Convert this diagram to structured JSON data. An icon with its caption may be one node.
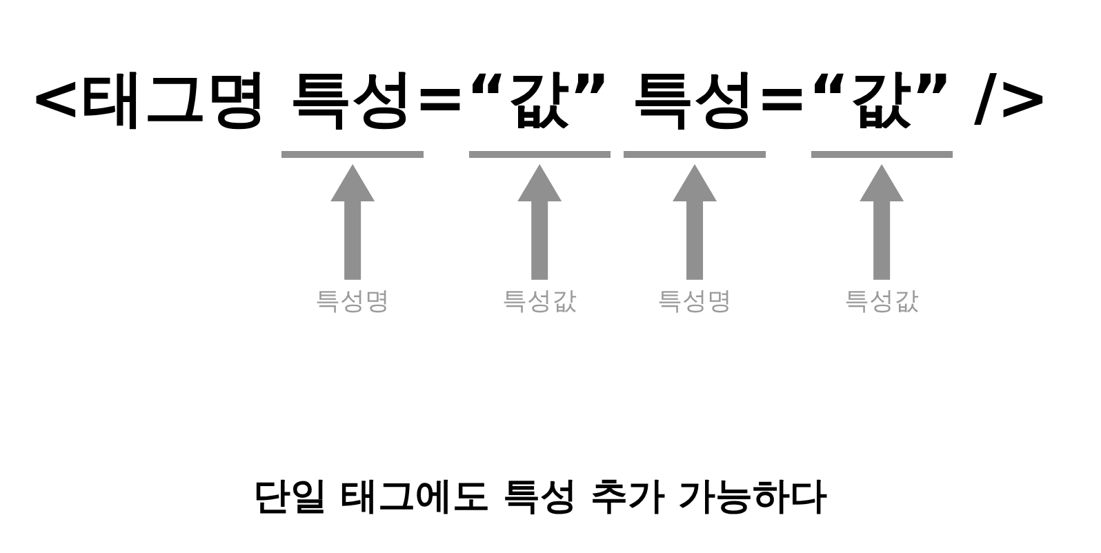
{
  "diagram": {
    "nodes": [
      {
        "text": [],
        "shape": "bar"
      },
      {
        "text": [],
        "shape": "bar"
      },
      {
        "text": [],
        "shape": "bar"
      },
      {
        "text": [],
        "shape": "bar"
      },
      {
        "text": [
          "특성명"
        ]
      },
      {
        "text": [
          "특성값"
        ]
      },
      {
        "text": [
          "특성명"
        ]
      },
      {
        "text": [
          "특성값"
        ]
      }
    ],
    "edges": [
      {
        "from": 4,
        "to": 0,
        "arrow": "to"
      },
      {
        "from": 5,
        "to": 1,
        "arrow": "to"
      },
      {
        "from": 6,
        "to": 2,
        "arrow": "to"
      },
      {
        "from": 7,
        "to": 3,
        "arrow": "to"
      }
    ],
    "labels": [
      "<태그명 특성=“값” 특성=“값” />"
    ],
    "caption": "단일 태그에도 특성 추가 가능하다"
  }
}
